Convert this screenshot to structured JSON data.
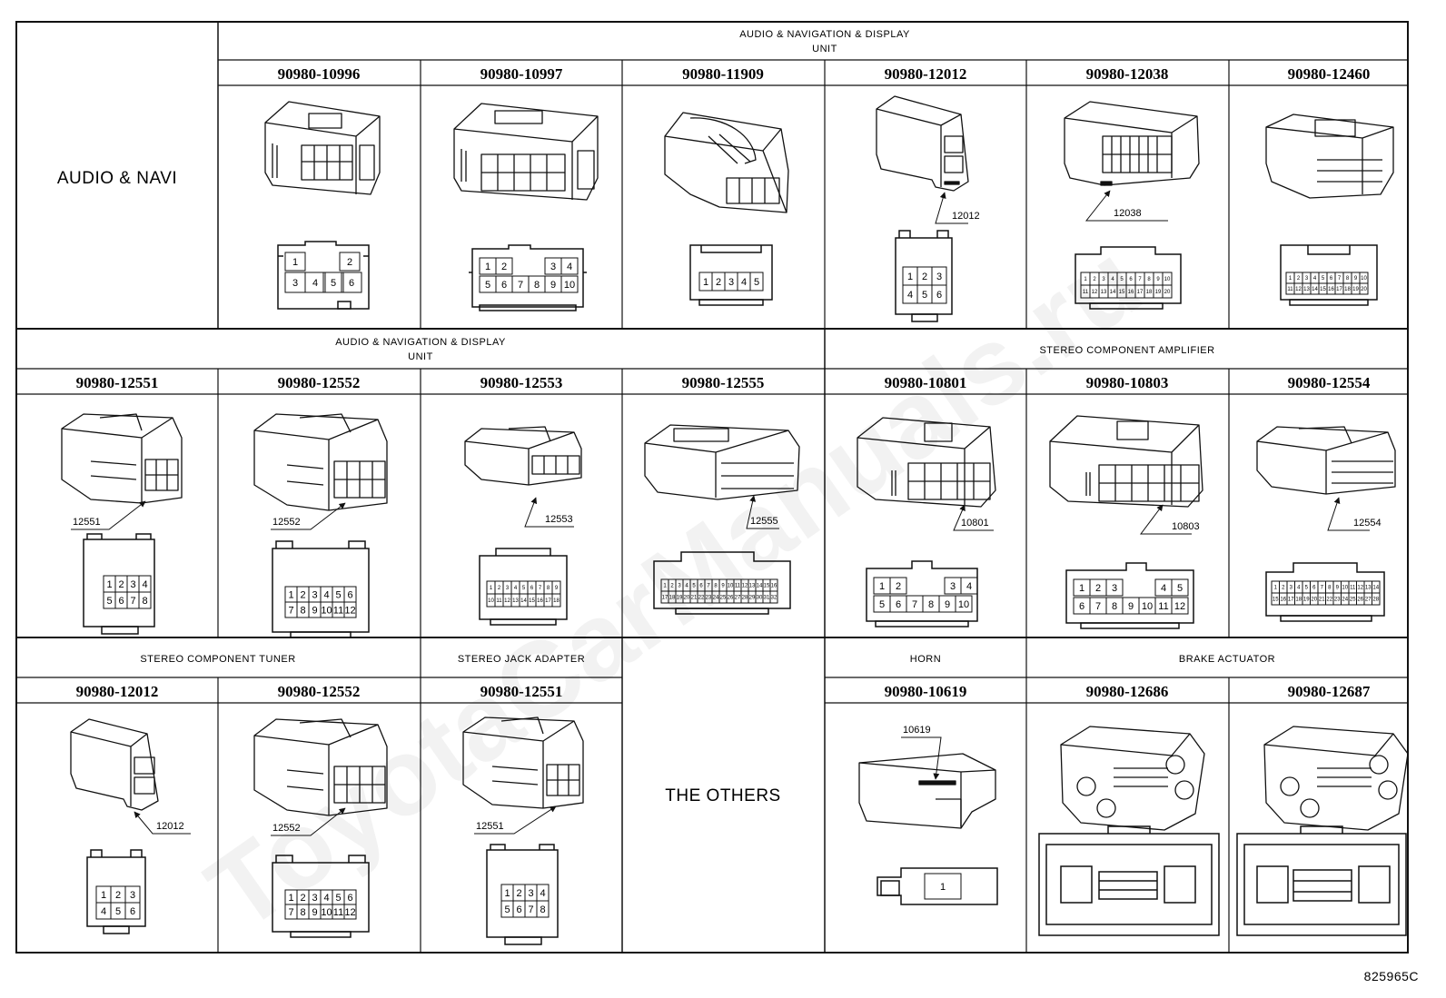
{
  "section_titles": {
    "audio_nav_unit_top": [
      "AUDIO & NAVIGATION & DISPLAY",
      "UNIT"
    ],
    "audio_nav_unit_mid": [
      "AUDIO & NAVIGATION & DISPLAY",
      "UNIT"
    ],
    "stereo_amp": "STEREO COMPONENT AMPLIFIER",
    "stereo_tuner": "STEREO COMPONENT TUNER",
    "stereo_jack": "STEREO JACK ADAPTER",
    "horn": "HORN",
    "brake_actuator": "BRAKE ACTUATOR"
  },
  "row_labels": {
    "audio_navi": "AUDIO & NAVI",
    "the_others": "THE OTHERS"
  },
  "part_numbers": {
    "r1": [
      "90980-10996",
      "90980-10997",
      "90980-11909",
      "90980-12012",
      "90980-12038",
      "90980-12460"
    ],
    "r2": [
      "90980-12551",
      "90980-12552",
      "90980-12553",
      "90980-12555",
      "90980-10801",
      "90980-10803",
      "90980-12554"
    ],
    "r3": [
      "90980-12012",
      "90980-12552",
      "90980-12551",
      "90980-10619",
      "90980-12686",
      "90980-12687"
    ]
  },
  "callouts": {
    "r1": [
      "12012",
      "12038"
    ],
    "r2": [
      "12551",
      "12552",
      "12553",
      "12555",
      "10801",
      "10803",
      "12554"
    ],
    "r3": [
      "12012",
      "12552",
      "12551",
      "10619"
    ]
  },
  "pins": {
    "c10996": [
      "1",
      "2",
      "3",
      "4",
      "5",
      "6"
    ],
    "c10997": [
      "1",
      "2",
      "3",
      "4",
      "5",
      "6",
      "7",
      "8",
      "9",
      "10"
    ],
    "c11909": [
      "1",
      "2",
      "3",
      "4",
      "5"
    ],
    "c12012": [
      "1",
      "2",
      "3",
      "4",
      "5",
      "6"
    ],
    "c12038": [
      "1",
      "2",
      "3",
      "4",
      "5",
      "6",
      "7",
      "8",
      "9",
      "10",
      "11",
      "12",
      "13",
      "14",
      "15",
      "16",
      "17",
      "18",
      "19",
      "20"
    ],
    "c12460": [
      "1",
      "2",
      "3",
      "4",
      "5",
      "6",
      "7",
      "8",
      "9",
      "10",
      "11",
      "12",
      "13",
      "14",
      "15",
      "16",
      "17",
      "18",
      "19",
      "20"
    ],
    "c12551": [
      "1",
      "2",
      "3",
      "4",
      "5",
      "6",
      "7",
      "8"
    ],
    "c12552": [
      "1",
      "2",
      "3",
      "4",
      "5",
      "6",
      "7",
      "8",
      "9",
      "10",
      "11",
      "12"
    ],
    "c12553": [
      "1",
      "2",
      "3",
      "4",
      "5",
      "6",
      "7",
      "8",
      "9",
      "10",
      "11",
      "12",
      "13",
      "14",
      "15",
      "16",
      "17",
      "18"
    ],
    "c12555": [
      "1",
      "2",
      "3",
      "4",
      "5",
      "6",
      "7",
      "8",
      "9",
      "10",
      "11",
      "12",
      "13",
      "14",
      "15",
      "16",
      "17",
      "18",
      "19",
      "20",
      "21",
      "22",
      "23",
      "24",
      "25",
      "26",
      "27",
      "28",
      "29",
      "30",
      "31",
      "32"
    ],
    "c10801": [
      "1",
      "2",
      "3",
      "4",
      "5",
      "6",
      "7",
      "8",
      "9",
      "10"
    ],
    "c10803": [
      "1",
      "2",
      "3",
      "4",
      "5",
      "6",
      "7",
      "8",
      "9",
      "10",
      "11",
      "12"
    ],
    "c12554": [
      "1",
      "2",
      "3",
      "4",
      "5",
      "6",
      "7",
      "8",
      "9",
      "10",
      "11",
      "12",
      "13",
      "14",
      "15",
      "16",
      "17",
      "18",
      "19",
      "20",
      "21",
      "22",
      "23",
      "24",
      "25",
      "26",
      "27",
      "28"
    ],
    "c10619": [
      "1"
    ]
  },
  "diagram_id": "825965C",
  "watermark": "ToyotaCarManuals.ru"
}
